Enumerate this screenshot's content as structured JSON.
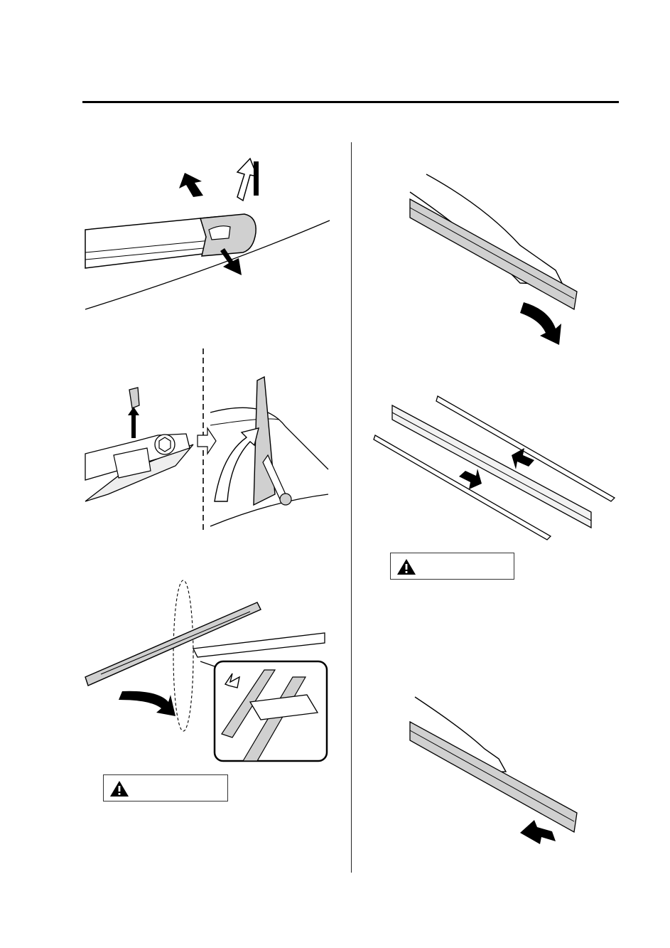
{
  "page": {
    "header_text": "",
    "warnings": [
      {
        "icon": "warning-triangle-icon",
        "label": ""
      },
      {
        "icon": "warning-triangle-icon",
        "label": ""
      }
    ]
  },
  "figures": [
    {
      "id": "fig-lift-arm-cover",
      "icon": "wiper-arm-cover-illustration"
    },
    {
      "id": "fig-remove-clip-raise-blade",
      "icon": "wiper-clip-removal-illustration"
    },
    {
      "id": "fig-detach-blade",
      "icon": "wiper-blade-detach-illustration"
    },
    {
      "id": "fig-pull-rubber",
      "icon": "wiper-rubber-pull-illustration"
    },
    {
      "id": "fig-insert-strips",
      "icon": "wiper-rubber-strips-illustration"
    },
    {
      "id": "fig-insert-rubber",
      "icon": "wiper-rubber-insert-illustration"
    }
  ],
  "colors": {
    "line": "#000000",
    "fill_gray": "#cfcfcf",
    "fill_light": "#f2f2f2"
  }
}
